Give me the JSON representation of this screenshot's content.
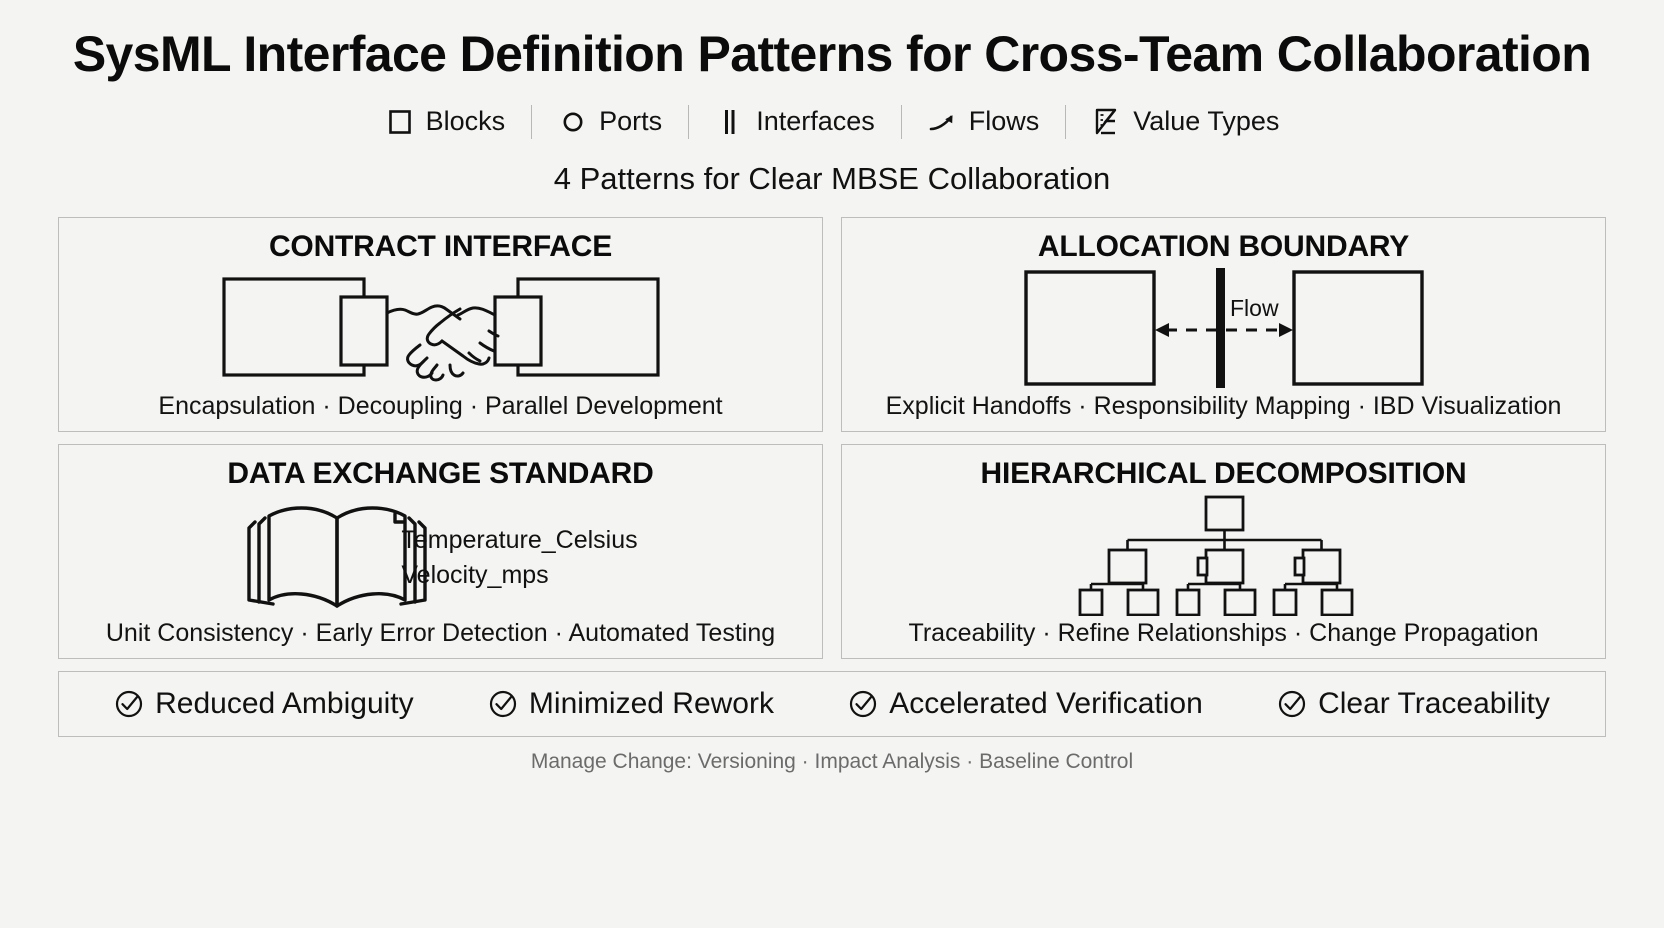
{
  "header": {
    "title": "SysML Interface Definition Patterns for Cross-Team Collaboration",
    "subtitle": "4 Patterns for Clear MBSE Collaboration"
  },
  "legend": {
    "items": [
      {
        "icon": "square-block-icon",
        "label": "Blocks"
      },
      {
        "icon": "circle-port-icon",
        "label": "Ports"
      },
      {
        "icon": "double-bar-interface-icon",
        "label": "Interfaces"
      },
      {
        "icon": "curved-arrow-flow-icon",
        "label": "Flows"
      },
      {
        "icon": "ruler-value-type-icon",
        "label": "Value Types"
      }
    ]
  },
  "patterns": [
    {
      "id": "contract-interface",
      "title": "CONTRACT INTERFACE",
      "caption": "Encapsulation · Decoupling · Parallel Development",
      "art": "handshake-between-blocks-with-ports"
    },
    {
      "id": "allocation-boundary",
      "title": "ALLOCATION BOUNDARY",
      "caption": "Explicit Handoffs · Responsibility Mapping · IBD Visualization",
      "art": "two-blocks-split-by-boundary-with-flow-arrow",
      "flow_label": "Flow"
    },
    {
      "id": "data-exchange-standard",
      "title": "DATA EXCHANGE STANDARD",
      "caption": "Unit Consistency · Early Error Detection · Automated Testing",
      "art": "open-book-with-value-type-names",
      "value_types": [
        "Temperature_Celsius",
        "Velocity_mps"
      ]
    },
    {
      "id": "hierarchical-decomposition",
      "title": "HIERARCHICAL DECOMPOSITION",
      "caption": "Traceability · Refine Relationships · Change Propagation",
      "art": "three-level-block-tree"
    }
  ],
  "benefits": {
    "items": [
      {
        "icon": "check-circle-icon",
        "label": "Reduced Ambiguity"
      },
      {
        "icon": "check-circle-icon",
        "label": "Minimized Rework"
      },
      {
        "icon": "check-circle-icon",
        "label": "Accelerated Verification"
      },
      {
        "icon": "check-circle-icon",
        "label": "Clear Traceability"
      }
    ]
  },
  "footer": {
    "text": "Manage Change: Versioning · Impact Analysis · Baseline Control"
  },
  "colors": {
    "background": "#f4f4f2",
    "ink": "#111111",
    "card_border": "#bdbdbb",
    "muted_text": "#6b6b6b"
  }
}
